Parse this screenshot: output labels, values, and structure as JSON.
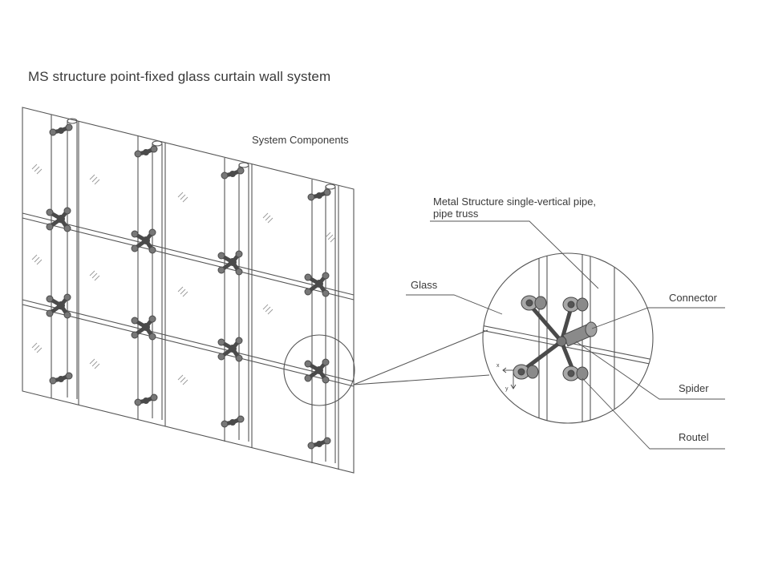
{
  "diagram": {
    "title": "MS structure point-fixed glass curtain wall system",
    "subtitle": "System Components",
    "labels": {
      "metal_structure": "Metal Structure single-vertical pipe, pipe truss",
      "glass": "Glass",
      "connector": "Connector",
      "spider": "Spider",
      "routel": "Routel"
    },
    "axis_markers": {
      "x": "x",
      "y": "y"
    },
    "colors": {
      "line": "#555555",
      "fitting": "#777777",
      "fitting_dark": "#4a4a4a",
      "hatch": "#999999",
      "text": "#3a3a3a"
    }
  }
}
